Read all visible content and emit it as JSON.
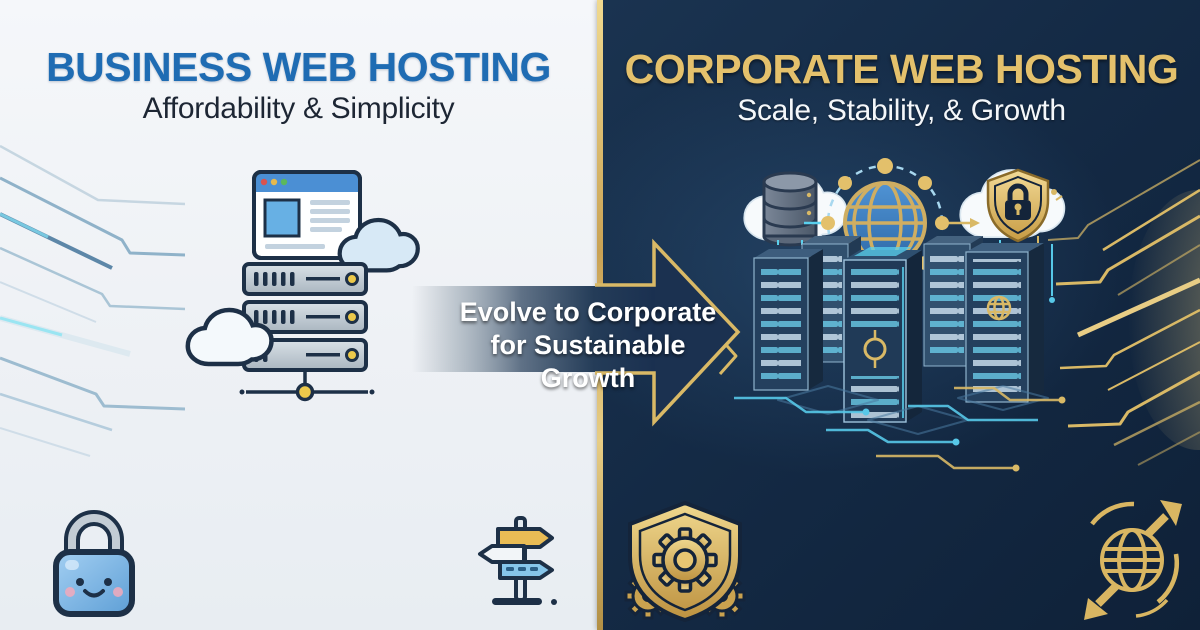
{
  "banner": {
    "divider_color": "#d9b966"
  },
  "left_panel": {
    "title": "BUSINESS WEB HOSTING",
    "subtitle": "Affordability & Simplicity",
    "title_color": "#1f6cb3",
    "background_color": "#eef1f5",
    "icons": [
      {
        "name": "browser-window-icon"
      },
      {
        "name": "cloud-icon"
      },
      {
        "name": "server-stack-icon"
      },
      {
        "name": "network-node-icon"
      },
      {
        "name": "friendly-lock-icon"
      },
      {
        "name": "signpost-icon"
      }
    ]
  },
  "right_panel": {
    "title": "CORPORATE WEB HOSTING",
    "subtitle": "Scale, Stability, & Growth",
    "title_color": "#e3c06b",
    "background_color": "#142840",
    "icons": [
      {
        "name": "cloud-database-icon"
      },
      {
        "name": "globe-network-icon"
      },
      {
        "name": "cloud-shield-lock-icon"
      },
      {
        "name": "server-towers-icon"
      },
      {
        "name": "circuit-traces"
      },
      {
        "name": "shield-gear-icon"
      },
      {
        "name": "globe-expansion-icon"
      }
    ]
  },
  "arrow": {
    "line1": "Evolve to Corporate",
    "line2": "for Sustainable Growth",
    "outline_color": "#d9b966"
  }
}
